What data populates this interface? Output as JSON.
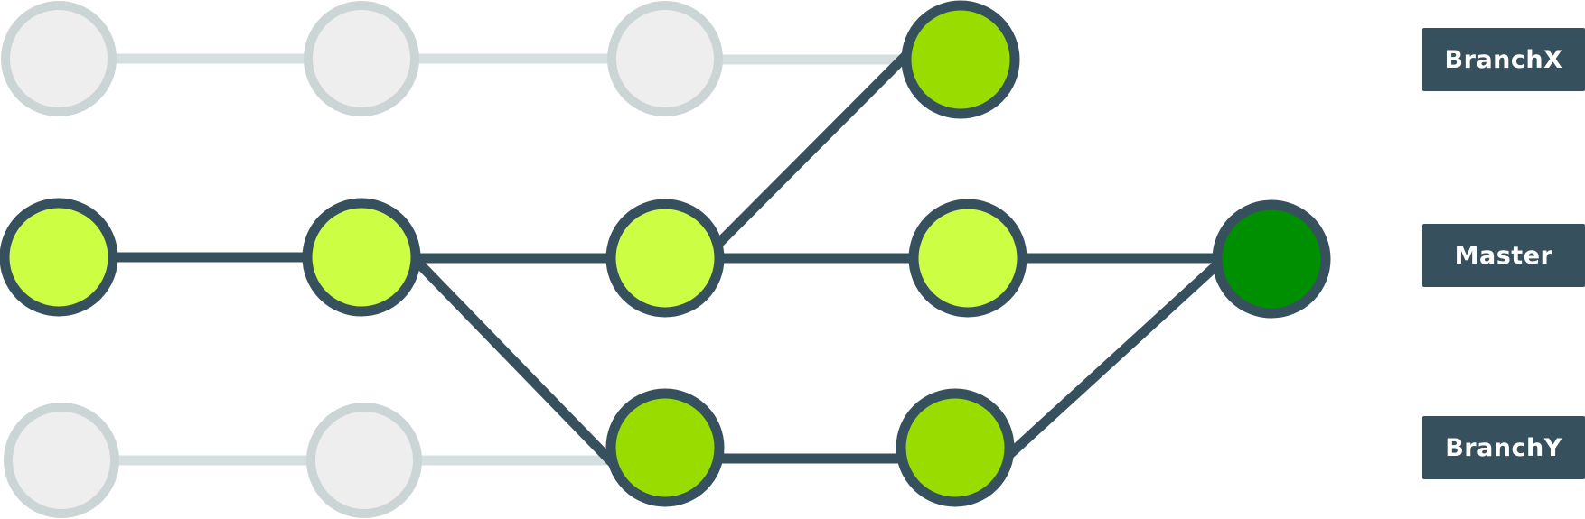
{
  "branches": [
    {
      "id": "branchx",
      "label": "BranchX"
    },
    {
      "id": "master",
      "label": "Master"
    },
    {
      "id": "branchy",
      "label": "BranchY"
    }
  ],
  "colors": {
    "stroke": "#37505d",
    "inactive_fill": "#eeeeee",
    "inactive_stroke": "#ccd5d6",
    "inactive_line": "#d6dfdf",
    "master_commit": "#ccff44",
    "branch_commit": "#99dd00",
    "merge_commit": "#008f00",
    "label_bg": "#37505d",
    "label_text": "#ffffff"
  }
}
